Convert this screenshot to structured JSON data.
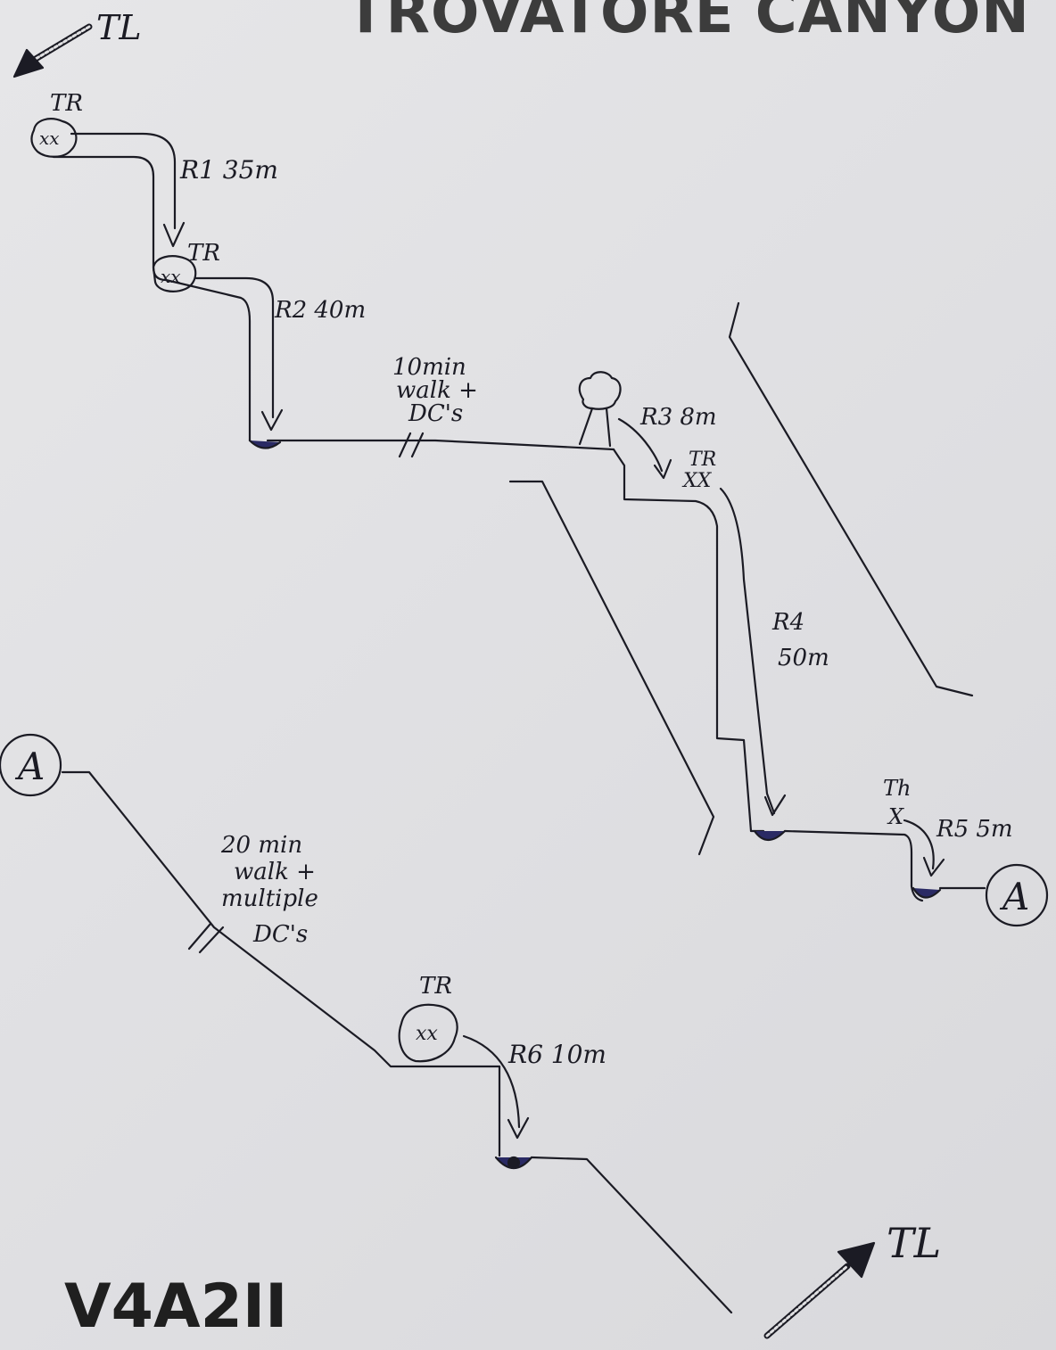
{
  "title": "TROVATORE CANYON",
  "grade": "V4A2II",
  "ink_color": "#1b1b24",
  "start_arrow": {
    "label": "TL",
    "icon": "arrow-up-left-icon"
  },
  "end_arrow": {
    "label": "TL",
    "icon": "arrow-up-right-icon"
  },
  "anchors": [
    {
      "id": "a1",
      "label": "TR",
      "marker": "xx"
    },
    {
      "id": "a2",
      "label": "TR",
      "marker": "xx"
    },
    {
      "id": "a3",
      "label": "TR",
      "marker": "XX"
    },
    {
      "id": "a4",
      "label": "Th",
      "marker": "X"
    },
    {
      "id": "a6",
      "label": "TR",
      "marker": "xx"
    }
  ],
  "rappels": [
    {
      "id": "r1",
      "label": "R1 35m"
    },
    {
      "id": "r2",
      "label": "R2 40m"
    },
    {
      "id": "r3",
      "label": "R3 8m"
    },
    {
      "id": "r4",
      "lines": [
        "R4",
        "50m"
      ]
    },
    {
      "id": "r5",
      "label": "R5 5m"
    },
    {
      "id": "r6",
      "label": "R6 10m"
    }
  ],
  "walk_notes": [
    {
      "id": "w1",
      "lines": [
        "10min",
        "walk +",
        "DC's"
      ]
    },
    {
      "id": "w2",
      "lines": [
        "20 min",
        "walk +",
        "multiple",
        "DC's"
      ]
    }
  ],
  "connector_label": "A"
}
